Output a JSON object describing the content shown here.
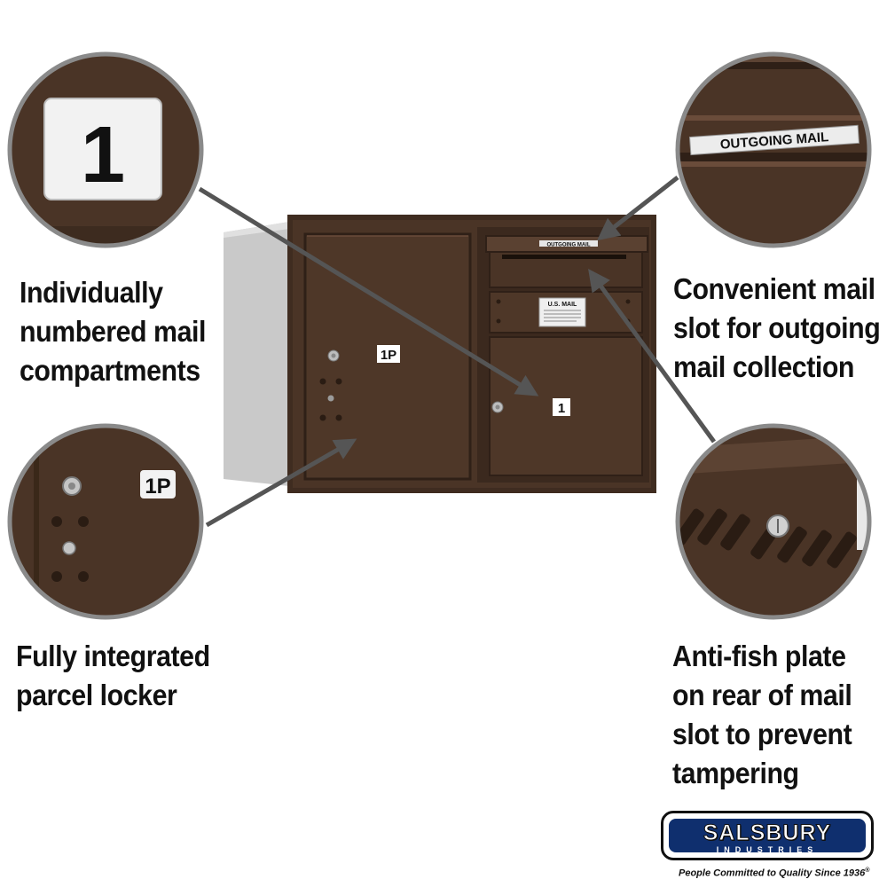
{
  "callouts": {
    "compartments": [
      "Individually",
      "numbered mail",
      "compartments"
    ],
    "parcel": [
      "Fully integrated",
      "parcel locker"
    ],
    "slot": [
      "Convenient mail",
      "slot for outgoing",
      "mail collection"
    ],
    "antifish": [
      "Anti-fish plate",
      "on rear of mail",
      "slot to prevent",
      "tampering"
    ]
  },
  "labels": {
    "compartment_number": "1",
    "parcel_number": "1P",
    "outgoing": "OUTGOING MAIL",
    "us_mail": "U.S. MAIL"
  },
  "brand": {
    "name": "SALSBURY",
    "sub": "INDUSTRIES",
    "tagline": "People Committed to Quality Since 1936",
    "registered": "®"
  },
  "colors": {
    "bronze": "#4a3426",
    "bronze_dark": "#2f2017",
    "bronze_light": "#6a4c3a",
    "arrow": "#555555",
    "circle_border": "#8a8a8a",
    "logo_blue": "#0f2f6e"
  }
}
